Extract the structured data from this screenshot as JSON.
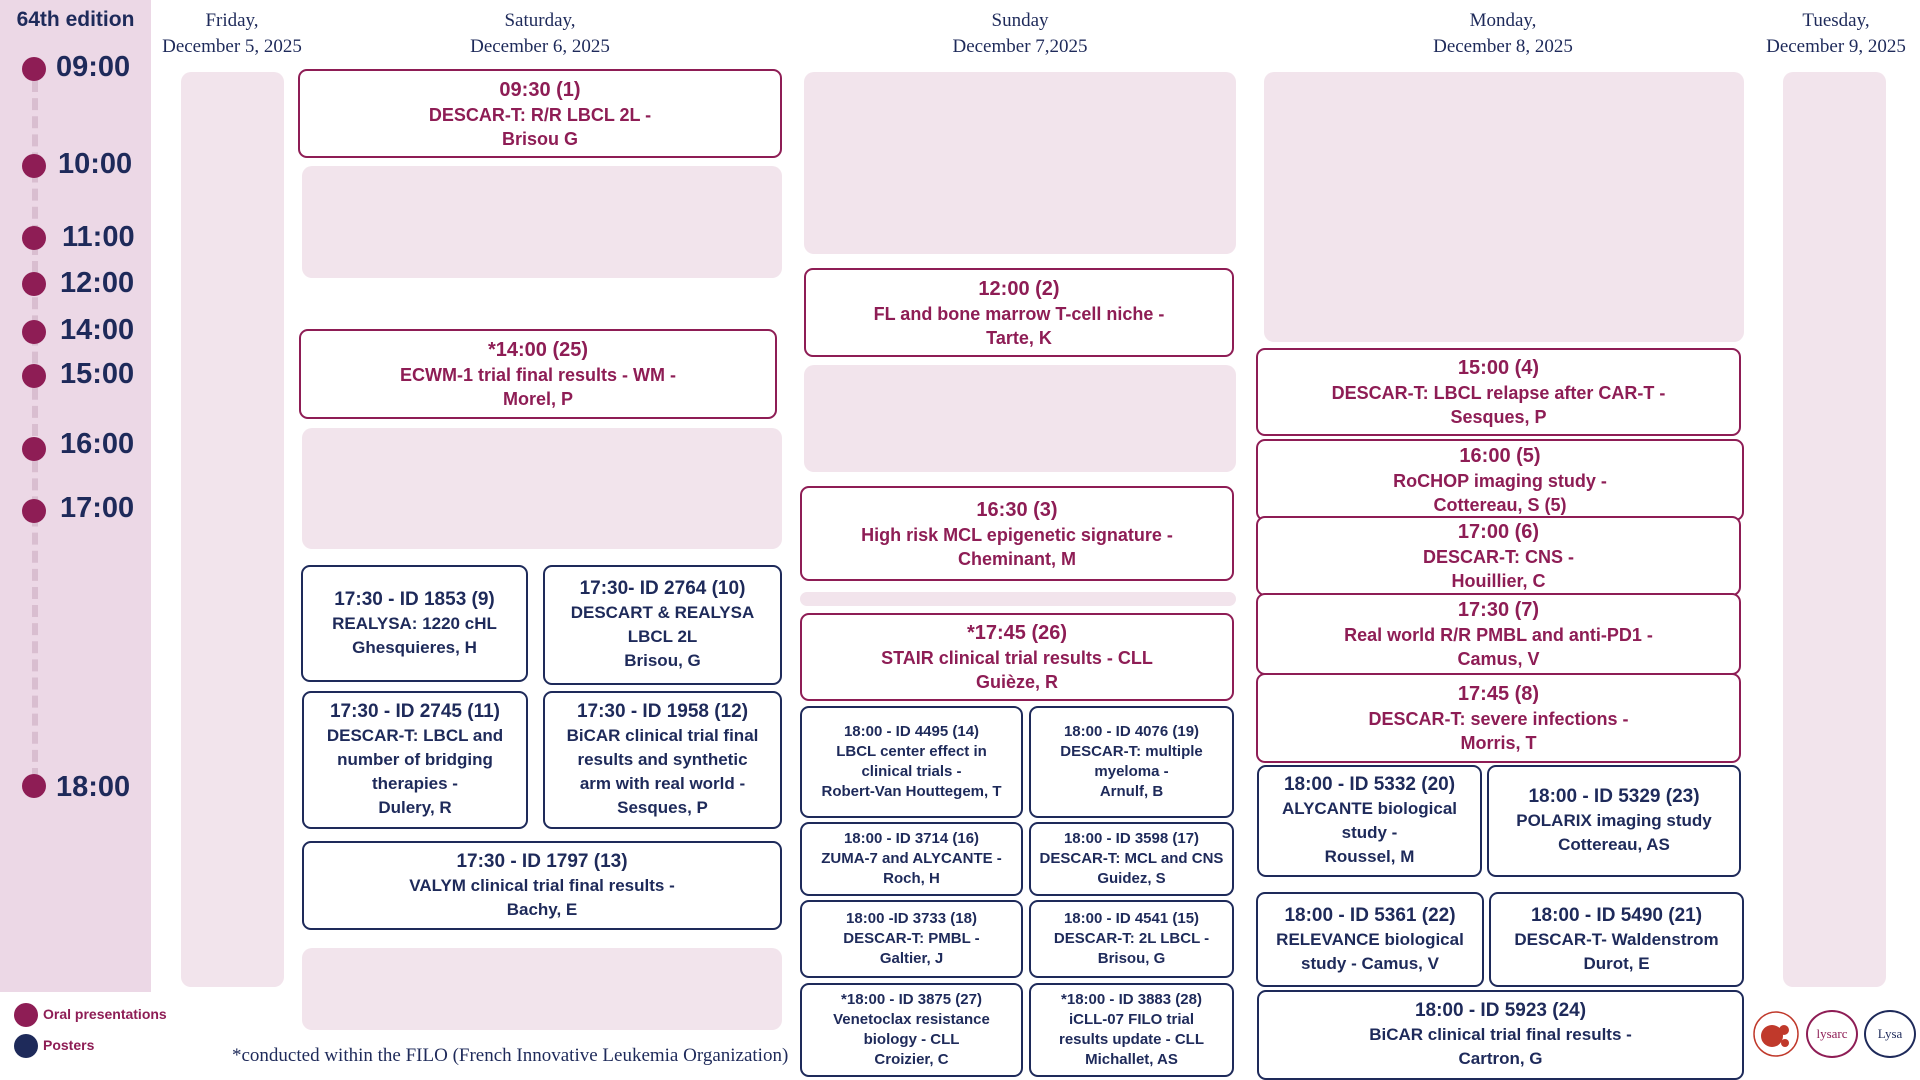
{
  "edition": "64th edition",
  "colors": {
    "oral": "#8e1d55",
    "poster": "#1e2a5a",
    "placeholder": "#f2e4ec",
    "sidebar": "#ecd8e6"
  },
  "times": [
    "09:00",
    "10:00",
    "11:00",
    "12:00",
    "14:00",
    "15:00",
    "16:00",
    "17:00",
    "18:00"
  ],
  "days": {
    "fri": {
      "line1": "Friday,",
      "line2": "December 5, 2025"
    },
    "sat": {
      "line1": "Saturday,",
      "line2": "December 6, 2025"
    },
    "sun": {
      "line1": "Sunday",
      "line2": "December 7,2025"
    },
    "mon": {
      "line1": "Monday,",
      "line2": "December 8, 2025"
    },
    "tue": {
      "line1": "Tuesday,",
      "line2": "December 9, 2025"
    }
  },
  "sessions": {
    "s1": {
      "type": "oral",
      "time": "09:30 (1)",
      "l1": "DESCAR-T: R/R LBCL 2L -",
      "l2": "Brisou G"
    },
    "s25": {
      "type": "oral",
      "time": "*14:00 (25)",
      "l1": "ECWM-1 trial final results - WM -",
      "l2": "Morel, P"
    },
    "s9": {
      "type": "poster",
      "time": "17:30 - ID 1853 (9)",
      "l1": "REALYSA: 1220 cHL",
      "l2": "Ghesquieres, H"
    },
    "s10": {
      "type": "poster",
      "time": "17:30- ID 2764 (10)",
      "l1": "DESCART & REALYSA",
      "l2": "LBCL 2L",
      "l3": "Brisou, G"
    },
    "s11": {
      "type": "poster",
      "time": "17:30 - ID 2745 (11)",
      "l1": "DESCAR-T: LBCL and",
      "l2": "number of bridging",
      "l3": "therapies -",
      "l4": "Dulery, R"
    },
    "s12": {
      "type": "poster",
      "time": "17:30 - ID 1958  (12)",
      "l1": "BiCAR clinical trial final",
      "l2": "results and synthetic",
      "l3": "arm with real world -",
      "l4": "Sesques, P"
    },
    "s13": {
      "type": "poster",
      "time": "17:30 - ID 1797 (13)",
      "l1": "VALYM clinical trial final results -",
      "l2": "Bachy, E"
    },
    "s2": {
      "type": "oral",
      "time": "12:00 (2)",
      "l1": "FL and bone marrow T-cell niche -",
      "l2": "Tarte, K"
    },
    "s3": {
      "type": "oral",
      "time": "16:30 (3)",
      "l1": "High risk MCL epigenetic signature -",
      "l2": "Cheminant, M"
    },
    "s26": {
      "type": "oral",
      "time": "*17:45 (26)",
      "l1": "STAIR clinical trial results - CLL",
      "l2": "Guièze, R"
    },
    "s14": {
      "type": "poster",
      "time": "18:00 - ID 4495 (14)",
      "l1": "LBCL center effect in",
      "l2": "clinical trials -",
      "l3": "Robert-Van Houttegem, T"
    },
    "s19": {
      "type": "poster",
      "time": "18:00 - ID 4076 (19)",
      "l1": "DESCAR-T: multiple",
      "l2": "myeloma -",
      "l3": "Arnulf, B"
    },
    "s16": {
      "type": "poster",
      "time": "18:00 - ID 3714 (16)",
      "l1": "ZUMA-7 and ALYCANTE -",
      "l2": "Roch, H"
    },
    "s17": {
      "type": "poster",
      "time": "18:00 - ID 3598 (17)",
      "l1": "DESCAR-T: MCL and CNS",
      "l2": "Guidez, S"
    },
    "s18": {
      "type": "poster",
      "time": "18:00 -ID 3733 (18)",
      "l1": "DESCAR-T: PMBL -",
      "l2": "Galtier, J"
    },
    "s15": {
      "type": "poster",
      "time": "18:00 - ID 4541 (15)",
      "l1": "DESCAR-T: 2L LBCL -",
      "l2": "Brisou, G"
    },
    "s27": {
      "type": "poster",
      "time": "*18:00 - ID 3875 (27)",
      "l1": "Venetoclax resistance",
      "l2": "biology - CLL",
      "l3": "Croizier, C"
    },
    "s28": {
      "type": "poster",
      "time": "*18:00 - ID 3883 (28)",
      "l1": "iCLL-07 FILO trial",
      "l2": "results update - CLL",
      "l3": "Michallet, AS"
    },
    "s4": {
      "type": "oral",
      "time": "15:00 (4)",
      "l1": "DESCAR-T: LBCL relapse after CAR-T -",
      "l2": "Sesques, P"
    },
    "s5": {
      "type": "oral",
      "time": "16:00 (5)",
      "l1": "RoCHOP imaging study -",
      "l2": "Cottereau, S (5)"
    },
    "s6": {
      "type": "oral",
      "time": "17:00 (6)",
      "l1": "DESCAR-T: CNS -",
      "l2": "Houillier, C"
    },
    "s7": {
      "type": "oral",
      "time": "17:30 (7)",
      "l1": "Real world R/R PMBL and anti-PD1 -",
      "l2": "Camus, V"
    },
    "s8": {
      "type": "oral",
      "time": "17:45 (8)",
      "l1": "DESCAR-T: severe infections -",
      "l2": "Morris, T"
    },
    "s20": {
      "type": "poster",
      "time": "18:00 - ID 5332 (20)",
      "l1": "ALYCANTE biological",
      "l2": "study -",
      "l3": "Roussel, M"
    },
    "s23": {
      "type": "poster",
      "time": "18:00 - ID 5329 (23)",
      "l1": "POLARIX imaging study",
      "l2": "Cottereau, AS"
    },
    "s22": {
      "type": "poster",
      "time": "18:00 - ID 5361 (22)",
      "l1": "RELEVANCE biological",
      "l2": "study - Camus, V"
    },
    "s21": {
      "type": "poster",
      "time": "18:00 - ID 5490 (21)",
      "l1": "DESCAR-T- Waldenstrom",
      "l2": "Durot, E"
    },
    "s24": {
      "type": "poster",
      "time": "18:00 - ID 5923 (24)",
      "l1": "BiCAR clinical trial final results -",
      "l2": "Cartron, G"
    }
  },
  "legend": {
    "oral": "Oral presentations",
    "poster": "Posters"
  },
  "footnote": "*conducted within the FILO (French Innovative Leukemia Organization)",
  "logos": {
    "lysarc": "lysarc",
    "lysa": "Lysa"
  }
}
